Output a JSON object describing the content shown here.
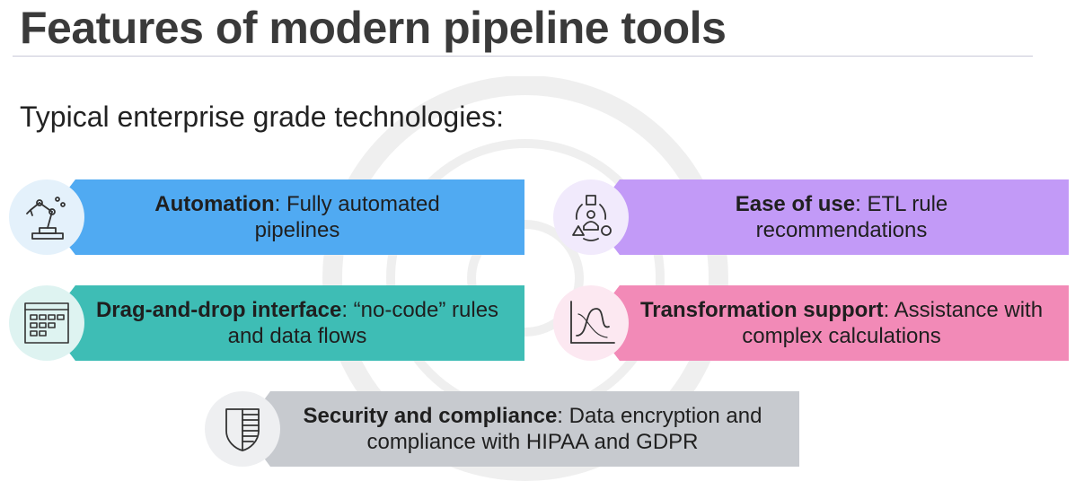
{
  "slide": {
    "title": "Features of modern pipeline tools",
    "subtitle": "Typical enterprise grade technologies:"
  },
  "features": [
    {
      "title": "Automation",
      "sep": ":",
      "description": " Fully automated pipelines",
      "icon": "robotic-arm-icon",
      "color": "#50aaf2",
      "icon_bg": "#e4f1fb"
    },
    {
      "title": "Ease of use",
      "sep": ":",
      "description": " ETL rule recommendations",
      "icon": "user-shapes-cycle-icon",
      "color": "#c29af7",
      "icon_bg": "#f1eafc"
    },
    {
      "title": "Drag-and-drop interface",
      "sep": ":",
      "description": " “no-code” rules and data flows",
      "icon": "drag-drop-grid-icon",
      "color": "#3ebdb5",
      "icon_bg": "#def3f1"
    },
    {
      "title": "Transformation support",
      "sep": ":",
      "description": " Assistance with complex calculations",
      "icon": "curve-graph-icon",
      "color": "#f28ab7",
      "icon_bg": "#fce8f1"
    },
    {
      "title": "Security and compliance",
      "sep": ":",
      "description": " Data encryption and compliance with HIPAA and GDPR",
      "icon": "shield-icon",
      "color": "#c7cacf",
      "icon_bg": "#eeeff1"
    }
  ]
}
